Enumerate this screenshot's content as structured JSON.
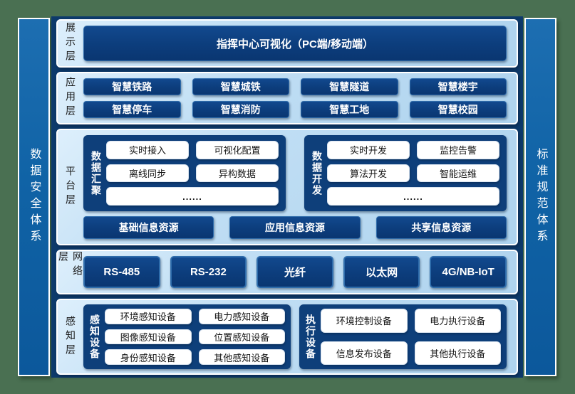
{
  "colors": {
    "page_background": "#4a7052",
    "panel_navy": "#0d3a6b",
    "band_fill": "#bddcf3",
    "box_navy": "#0c3d7c",
    "pillar_blue": "#1063a6",
    "cell_white": "#ffffff"
  },
  "side_bars": {
    "left": "数据安全体系",
    "right": "标准规范体系"
  },
  "layers": {
    "presentation": {
      "label": "展示层",
      "main_box": "指挥中心可视化（PC端/移动端）"
    },
    "application": {
      "label": "应用层",
      "items": [
        "智慧铁路",
        "智慧城铁",
        "智慧隧道",
        "智慧楼宇",
        "智慧停车",
        "智慧消防",
        "智慧工地",
        "智慧校园"
      ]
    },
    "platform": {
      "label": "平台层",
      "groups": [
        {
          "name": "数据汇聚",
          "items": [
            "实时接入",
            "可视化配置",
            "离线同步",
            "异构数据"
          ],
          "more": "......"
        },
        {
          "name": "数据开发",
          "items": [
            "实时开发",
            "监控告警",
            "算法开发",
            "智能运维"
          ],
          "more": "......"
        }
      ],
      "resources": [
        "基础信息资源",
        "应用信息资源",
        "共享信息资源"
      ]
    },
    "network": {
      "label": "网络层",
      "items": [
        "RS-485",
        "RS-232",
        "光纤",
        "以太网",
        "4G/NB-IoT"
      ]
    },
    "perception": {
      "label": "感知层",
      "groups": [
        {
          "name": "感知设备",
          "items": [
            "环境感知设备",
            "电力感知设备",
            "图像感知设备",
            "位置感知设备",
            "身份感知设备",
            "其他感知设备"
          ]
        },
        {
          "name": "执行设备",
          "items": [
            "环境控制设备",
            "电力执行设备",
            "信息发布设备",
            "其他执行设备"
          ]
        }
      ]
    }
  }
}
